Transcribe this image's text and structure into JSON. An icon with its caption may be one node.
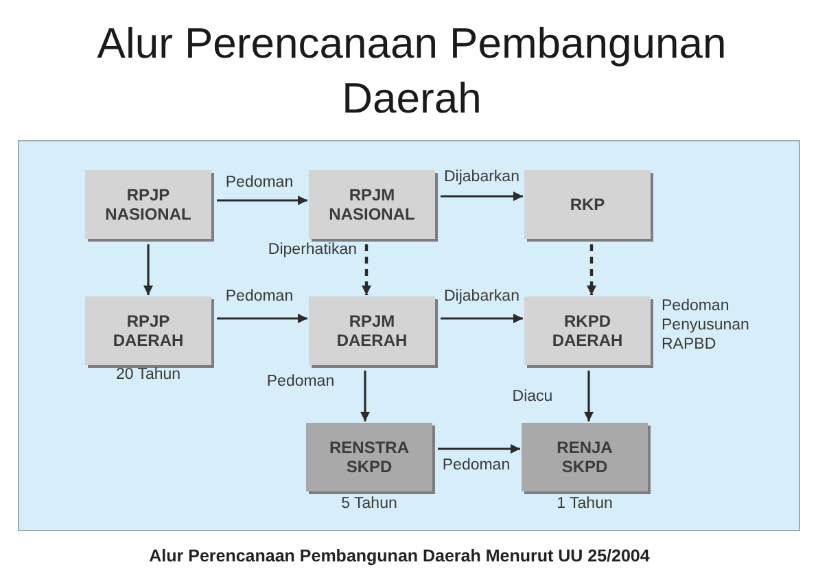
{
  "diagram": {
    "title": "Alur Perencanaan Pembangunan Daerah",
    "caption": "Alur Perencanaan Pembangunan Daerah Menurut UU 25/2004",
    "nodes": [
      {
        "text": [
          "RPJP NASIONAL"
        ]
      },
      {
        "text": [
          "RPJM NASIONAL"
        ]
      },
      {
        "text": [
          "RKP"
        ]
      },
      {
        "text": [
          "RPJP DAERAH"
        ],
        "beside": [
          "20 Tahun"
        ]
      },
      {
        "text": [
          "RPJM DAERAH"
        ]
      },
      {
        "text": [
          "RKPD DAERAH"
        ],
        "beside": [
          "Pedoman Penyusunan RAPBD"
        ]
      },
      {
        "text": [
          "RENSTRA SKPD"
        ],
        "beside": [
          "5 Tahun"
        ]
      },
      {
        "text": [
          "RENJA SKPD"
        ],
        "beside": [
          "1 Tahun"
        ]
      }
    ],
    "edges": [
      {
        "from": 0,
        "to": 1,
        "arrow": "to",
        "label": "Pedoman"
      },
      {
        "from": 1,
        "to": 2,
        "arrow": "to",
        "label": "Dijabarkan"
      },
      {
        "from": 0,
        "to": 3,
        "arrow": "to"
      },
      {
        "from": 1,
        "to": 4,
        "arrow": "to",
        "label": "Diperhatikan",
        "style": "dashed"
      },
      {
        "from": 2,
        "to": 5,
        "arrow": "to",
        "style": "dashed"
      },
      {
        "from": 3,
        "to": 4,
        "arrow": "to",
        "label": "Pedoman"
      },
      {
        "from": 4,
        "to": 5,
        "arrow": "to",
        "label": "Dijabarkan"
      },
      {
        "from": 4,
        "to": 6,
        "arrow": "to",
        "label": "Pedoman"
      },
      {
        "from": 5,
        "to": 7,
        "arrow": "to",
        "label": "Diacu"
      },
      {
        "from": 6,
        "to": 7,
        "arrow": "to",
        "label": "Pedoman"
      }
    ]
  }
}
